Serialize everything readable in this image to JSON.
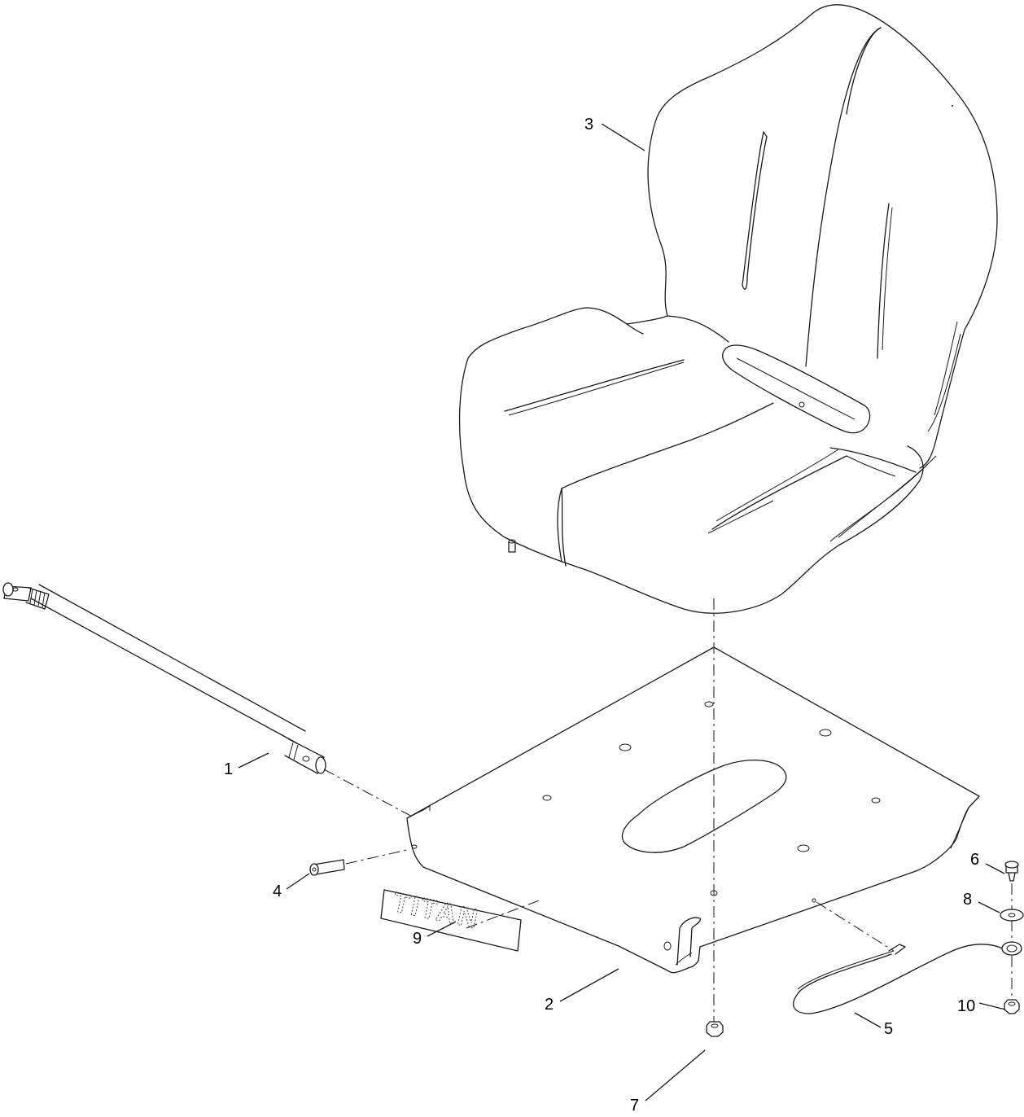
{
  "diagram": {
    "type": "exploded-parts-view",
    "callouts": [
      {
        "id": "c1",
        "label": "1"
      },
      {
        "id": "c2",
        "label": "2"
      },
      {
        "id": "c3",
        "label": "3"
      },
      {
        "id": "c4",
        "label": "4"
      },
      {
        "id": "c5",
        "label": "5"
      },
      {
        "id": "c6",
        "label": "6"
      },
      {
        "id": "c7",
        "label": "7"
      },
      {
        "id": "c8",
        "label": "8"
      },
      {
        "id": "c9",
        "label": "9"
      },
      {
        "id": "c10",
        "label": "10"
      }
    ],
    "decal_text": "TITAN",
    "line_color": "#1a1a1a",
    "background": "#ffffff"
  }
}
